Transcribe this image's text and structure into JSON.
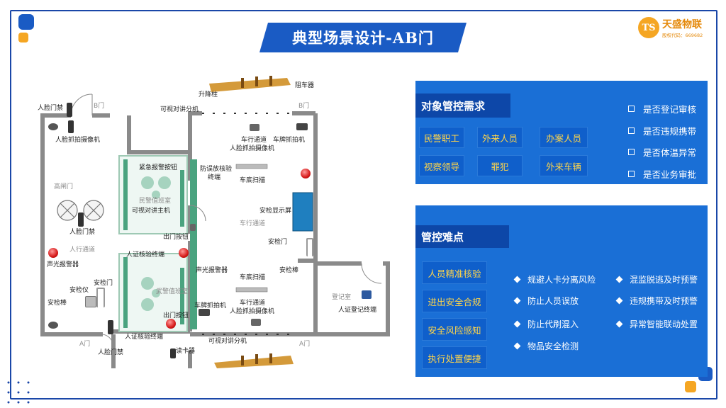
{
  "title": "典型场景设计-AB门",
  "logo": {
    "mark": "TS",
    "name": "天盛物联",
    "code": "股权代码：669682"
  },
  "plan": {
    "labels": {
      "face_gate_top": "人脸门禁",
      "face_camera_top": "人脸抓拍摄像机",
      "gate_b_left": "B门",
      "lift_column": "升降柱",
      "barrier_top": "阻车器",
      "gate_b_right": "B门",
      "video_intercom_top": "可视对讲分机",
      "vehicle_channel_top": "车行通道",
      "face_camera_mid": "人脸抓拍摄像机",
      "plate_camera_top": "车牌抓拍机",
      "emergency_button": "紧急报警按钮",
      "anti_tailing": "防误放核验",
      "anti_tailing_2": "终端",
      "undercar_scan_top": "车底扫描",
      "flap_gate": "高闸门",
      "police_room": "民警值班室",
      "video_master": "可视对讲主机",
      "vehicle_channel_mid": "车行通道",
      "security_screen": "安检显示屏",
      "face_gate_mid": "人脸门禁",
      "exit_button_top": "出门按钮",
      "security_door_right": "安检门",
      "pedestrian_channel": "人行通道",
      "id_terminal_mid": "人证核验终端",
      "sound_alarm_left": "声光报警器",
      "sound_alarm_mid": "声光报警器",
      "security_door_left": "安检门",
      "xray": "安检仪",
      "undercar_scan_bottom": "车底扫描",
      "wand_right": "安检棒",
      "armed_room": "武警值班室",
      "wand_left": "安检棒",
      "vehicle_channel_bottom": "车行通道",
      "face_camera_bottom": "人脸抓拍摄像机",
      "plate_camera_bottom": "车牌抓拍机",
      "exit_button_bottom": "出门按钮",
      "registration_room": "登记室",
      "id_register_terminal": "人证登记终端",
      "id_terminal_bottom": "人证核验终端",
      "gate_a_left": "A门",
      "face_gate_bottom": "人脸门禁",
      "card_reader": "读卡器",
      "video_intercom_bottom": "可视对讲分机",
      "gate_a_right": "A门"
    }
  },
  "requirements": {
    "header": "对象管控需求",
    "tags": [
      "民警职工",
      "外来人员",
      "办案人员",
      "视察领导",
      "罪犯",
      "外来车辆"
    ],
    "checks": [
      "是否登记审核",
      "是否违规携带",
      "是否体温异常",
      "是否业务审批"
    ]
  },
  "difficulties": {
    "header": "管控难点",
    "tags": [
      "人员精准核验",
      "进出安全合规",
      "安全风险感知",
      "执行处置便捷"
    ],
    "left_items": [
      "规避人卡分离风险",
      "防止人员误放",
      "防止代刷混入",
      "物品安全检测"
    ],
    "right_items": [
      "混监脱逃及时预警",
      "违规携带及时预警",
      "异常智能联动处置"
    ]
  },
  "colors": {
    "frame": "#1a47a8",
    "panel": "#1a6fd6",
    "panel_head": "#0d47a8",
    "tag_text": "#ffd54a",
    "accent_orange": "#f5a623"
  }
}
